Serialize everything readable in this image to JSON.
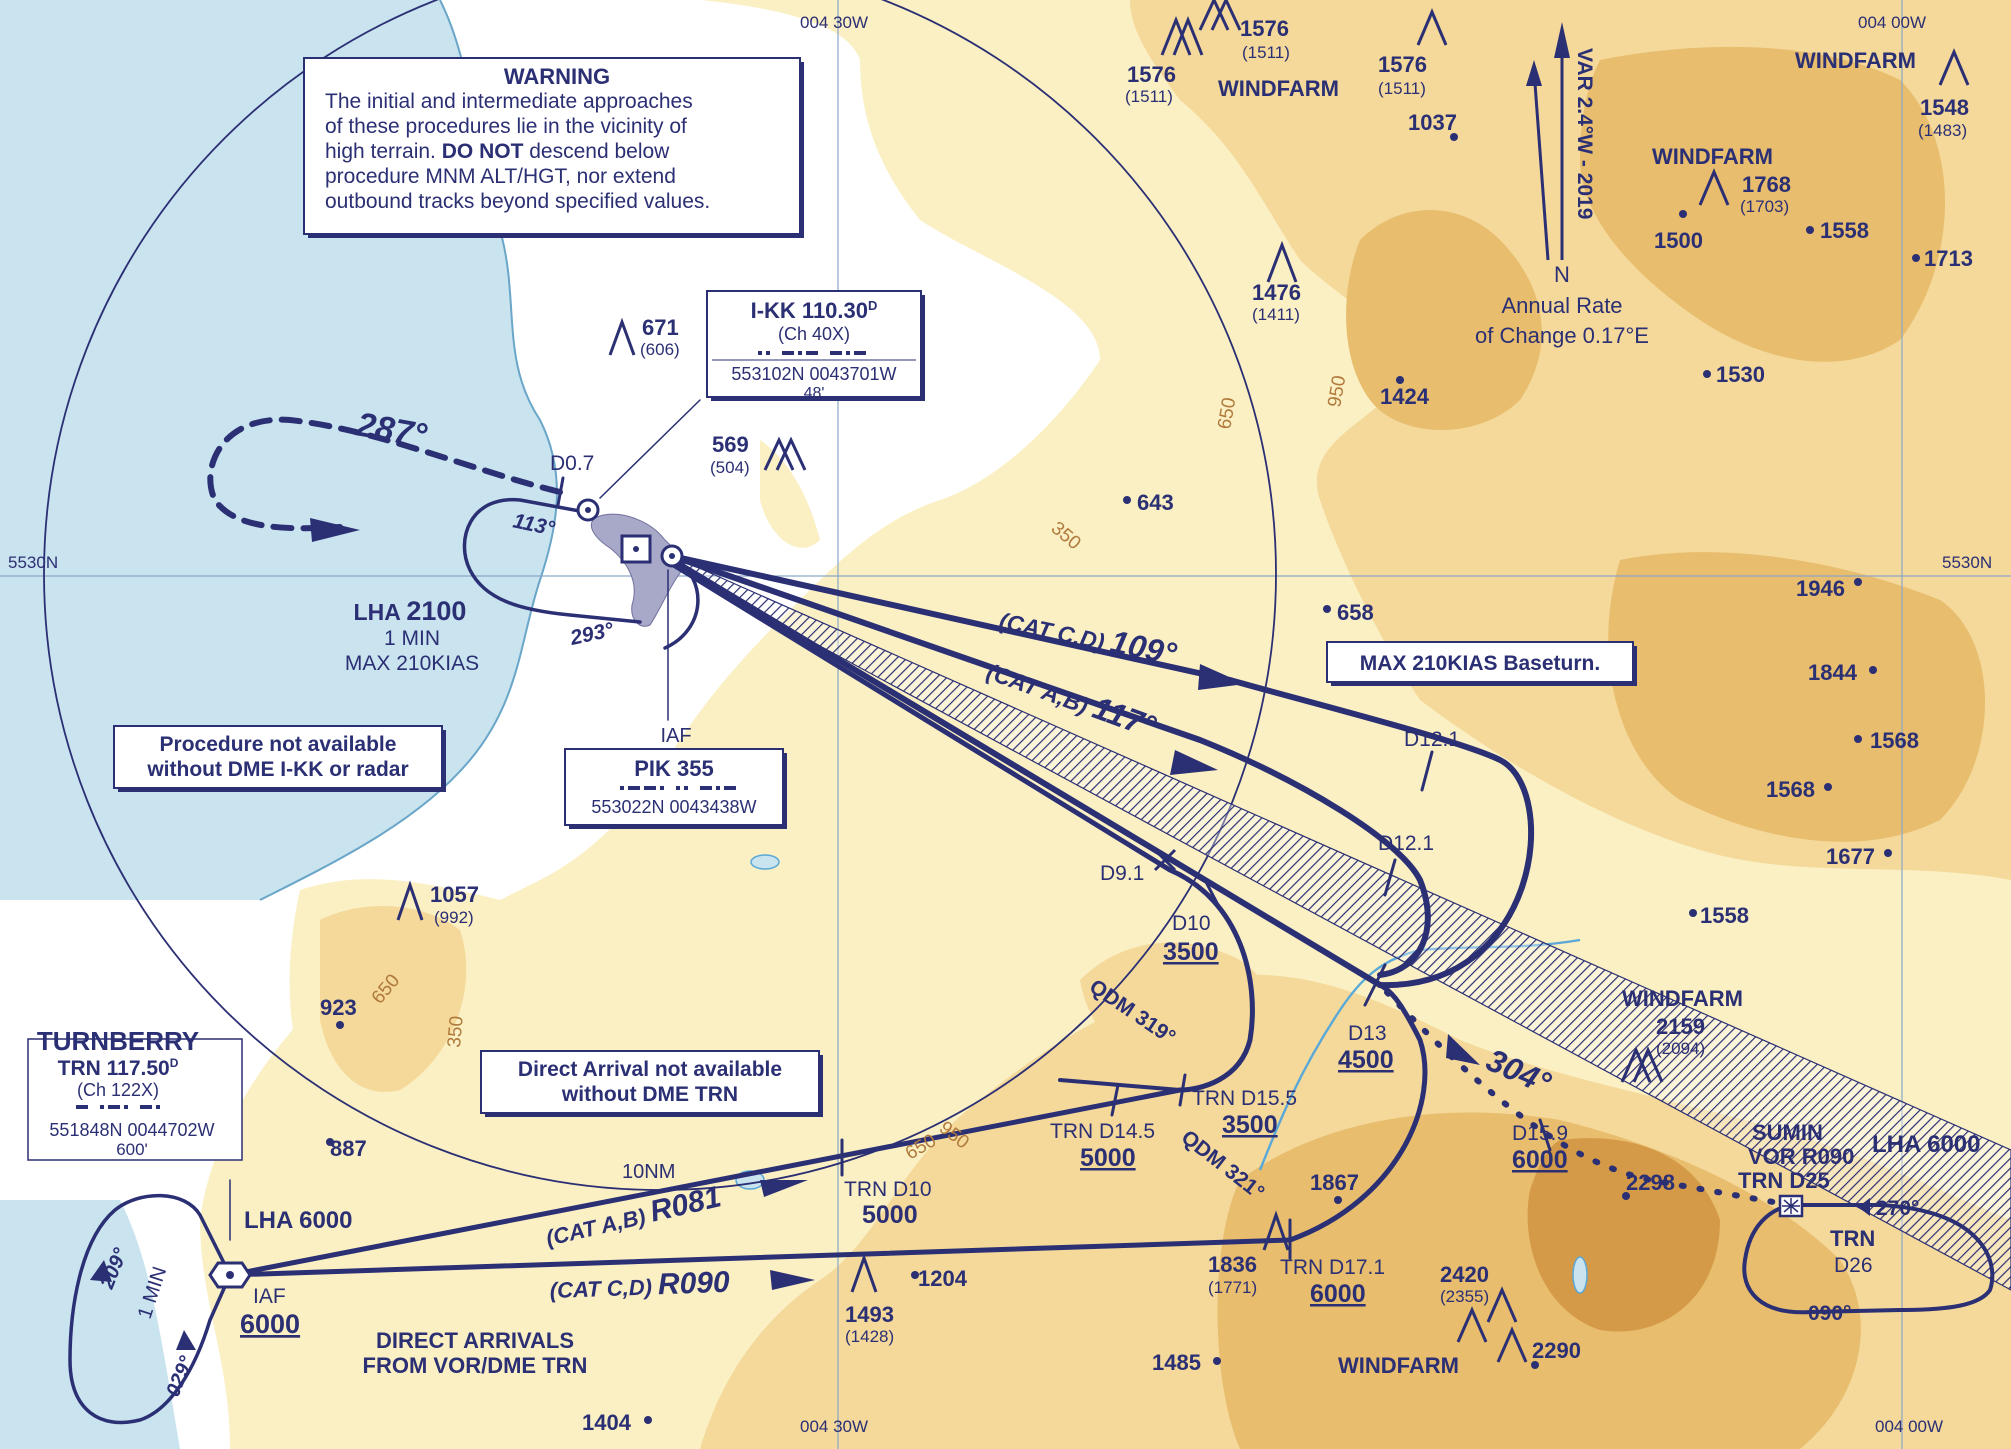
{
  "colors": {
    "navy": "#2b2f73",
    "sea": "#c9e3ef",
    "terrain_low": "#fbf0c4",
    "terrain_mid": "#f4d99a",
    "terrain_high": "#e8bd6e",
    "terrain_peak": "#d49a48",
    "contour_label": "#b07a3c",
    "grid": "#8aa6c8"
  },
  "grid": {
    "lon_top_1": "004 30W",
    "lon_top_2": "004 00W",
    "lon_bottom_1": "004 30W",
    "lon_bottom_2": "004 00W",
    "lat_left": "5530N",
    "lat_right": "5530N"
  },
  "warning": {
    "title": "WARNING",
    "line1": "The initial and intermediate approaches",
    "line2": "of these procedures lie in the vicinity of",
    "line3a": "high terrain. ",
    "line3b": "DO NOT",
    "line3c": " descend below",
    "line4": "procedure MNM ALT/HGT, nor extend",
    "line5": "outbound tracks beyond specified values."
  },
  "ikk": {
    "ident": "I-KK 110.30",
    "sup": "D",
    "channel": "(Ch 40X)",
    "coords": "553102N 0043701W",
    "elev": "48'"
  },
  "pik": {
    "iaf": "IAF",
    "name": "PIK 355",
    "coords": "553022N 0043438W"
  },
  "turnberry": {
    "name": "TURNBERRY",
    "freq": "TRN 117.50",
    "sup": "D",
    "channel": "(Ch 122X)",
    "coords": "551848N 0044702W",
    "elev": "600'"
  },
  "notes": {
    "proc_na_1": "Procedure not available",
    "proc_na_2": "without DME I-KK or radar",
    "direct_na_1": "Direct Arrival not available",
    "direct_na_2": "without DME TRN",
    "baseturn": "MAX 210KIAS Baseturn.",
    "direct_arrivals_1": "DIRECT ARRIVALS",
    "direct_arrivals_2": "FROM VOR/DME TRN"
  },
  "var": {
    "text": "VAR 2.4°W - 2019",
    "north": "N",
    "rate_1": "Annual Rate",
    "rate_2": "of Change 0.17°E"
  },
  "holds": {
    "lha2100_a": "LHA ",
    "lha2100_b": "2100",
    "lha2100_time": "1 MIN",
    "lha2100_speed": "MAX 210KIAS",
    "lha6000_w": "LHA 6000",
    "lha6000_e": "LHA 6000",
    "time_w": "1 MIN"
  },
  "tracks": {
    "t287": "287°",
    "t113": "113°",
    "t293": "293°",
    "catcd_109a": "(CAT C,D) ",
    "catcd_109b": "109°",
    "catab_117a": "(CAT A,B) ",
    "catab_117b": "117°",
    "qdm319": "QDM 319°",
    "qdm321": "QDM 321°",
    "catab_r081a": "(CAT A,B) ",
    "catab_r081b": "R081",
    "catcd_r090a": "(CAT C,D) ",
    "catcd_r090b": "R090",
    "t304": "304°",
    "t270": "270°",
    "t090": "090°",
    "t209": "209°",
    "t029": "029°"
  },
  "fixes": {
    "d07": "D0.7",
    "d121a": "D12.1",
    "d121b": "D12.1",
    "d91": "D9.1",
    "d10": "D10",
    "d10_alt": "3500",
    "d13": "D13",
    "d13_alt": "4500",
    "d159": "D15.9",
    "d159_alt": "6000",
    "trn155": "TRN D15.5",
    "trn155_alt": "3500",
    "trn145": "TRN D14.5",
    "trn145_alt": "5000",
    "trn10": "TRN D10",
    "trn10_alt": "5000",
    "trn171": "TRN D17.1",
    "trn171_alt": "6000",
    "sumin": "SUMIN",
    "sumin_r": "VOR R090",
    "sumin_d": "TRN D25",
    "trn_e": "TRN",
    "d26": "D26",
    "iaf_w": "IAF",
    "iaf_w_alt": "6000",
    "ring10": "10NM"
  },
  "terrain": {
    "windfarm1": "WINDFARM",
    "windfarm2": "WINDFARM",
    "windfarm3": "WINDFARM",
    "windfarm4": "WINDFARM",
    "windfarm5": "WINDFARM",
    "e1576a": "1576",
    "e1576a_h": "(1511)",
    "e1576b": "1576",
    "e1576b_h": "(1511)",
    "e1576c": "1576",
    "e1576c_h": "(1511)",
    "e1037": "1037",
    "e1548": "1548",
    "e1548_h": "(1483)",
    "e1768": "1768",
    "e1768_h": "(1703)",
    "e1500": "1500",
    "e1558a": "1558",
    "e1713": "1713",
    "e1476": "1476",
    "e1476_h": "(1411)",
    "e1530": "1530",
    "e1424": "1424",
    "e671": "671",
    "e671_h": "(606)",
    "e569": "569",
    "e569_h": "(504)",
    "e643": "643",
    "e658": "658",
    "e1946": "1946",
    "e1844": "1844",
    "e1568a": "1568",
    "e1568b": "1568",
    "e1677": "1677",
    "e1558b": "1558",
    "e2159": "2159",
    "e2159_h": "(2094)",
    "e2298": "2298",
    "e1867": "1867",
    "e1836": "1836",
    "e1836_h": "(1771)",
    "e2420": "2420",
    "e2420_h": "(2355)",
    "e2290": "2290",
    "e1485": "1485",
    "e1057": "1057",
    "e1057_h": "(992)",
    "e923": "923",
    "e887": "887",
    "e1493": "1493",
    "e1493_h": "(1428)",
    "e1204": "1204",
    "e1404": "1404",
    "c650a": "650",
    "c950a": "950",
    "c350a": "350",
    "c650b": "650",
    "c350b": "350",
    "c950b": "950",
    "c650c": "650"
  }
}
